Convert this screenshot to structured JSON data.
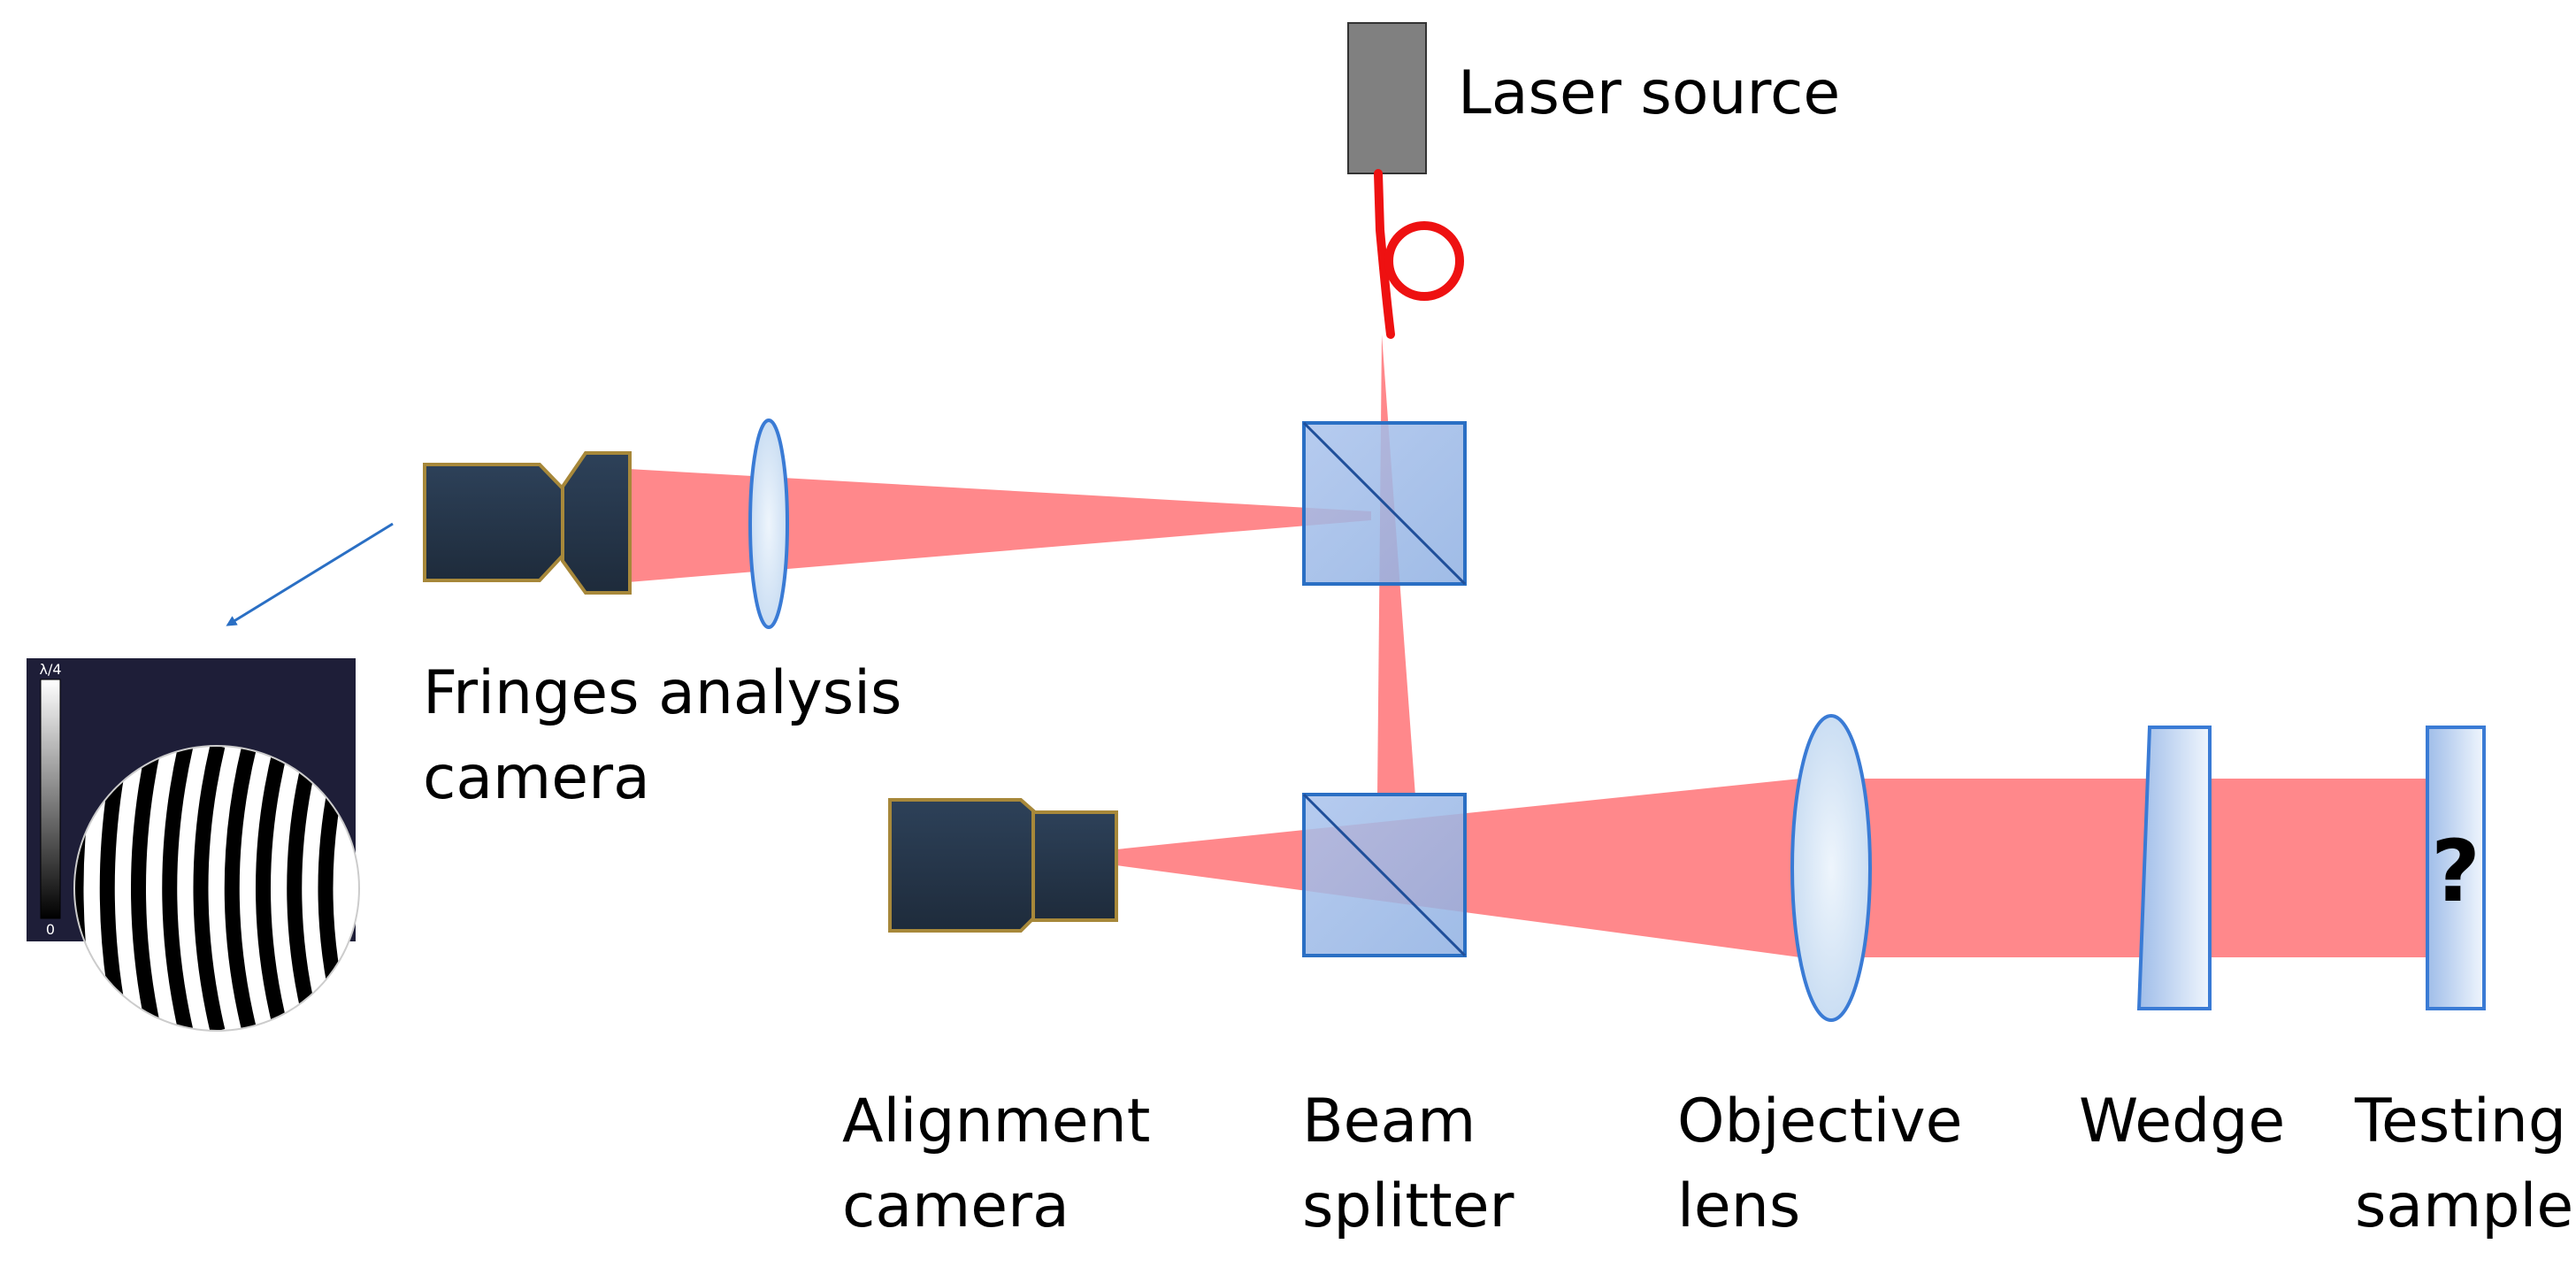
{
  "labels": {
    "laser_source": "Laser source",
    "fringes_camera": [
      "Fringes analysis",
      "camera"
    ],
    "alignment_camera": [
      "Alignment",
      "camera"
    ],
    "beam_splitter": [
      "Beam",
      "splitter"
    ],
    "objective_lens": [
      "Objective",
      "lens"
    ],
    "wedge": "Wedge",
    "testing_sample": [
      "Testing",
      "sample"
    ],
    "unknown_mark": "?",
    "colorbar_top": "λ/4",
    "colorbar_bottom": "0"
  },
  "colors": {
    "beam": "#ff7b7e",
    "fiber": "#ee1111",
    "laser_body": "#808080",
    "cube_fill": "#9db8e6",
    "cube_stroke": "#2a6fc4",
    "camera_body": "#253548",
    "camera_stroke": "#a7883a",
    "lens_fill": "#d6e7f7",
    "lens_stroke": "#3a7bd5",
    "arrow": "#2a6fc4",
    "fringe_bg": "#1e1e38"
  },
  "icons": {
    "laser": "laser-source-box",
    "fiber": "fiber-loop",
    "camera": "camera-icon",
    "arrow": "arrow-icon"
  }
}
